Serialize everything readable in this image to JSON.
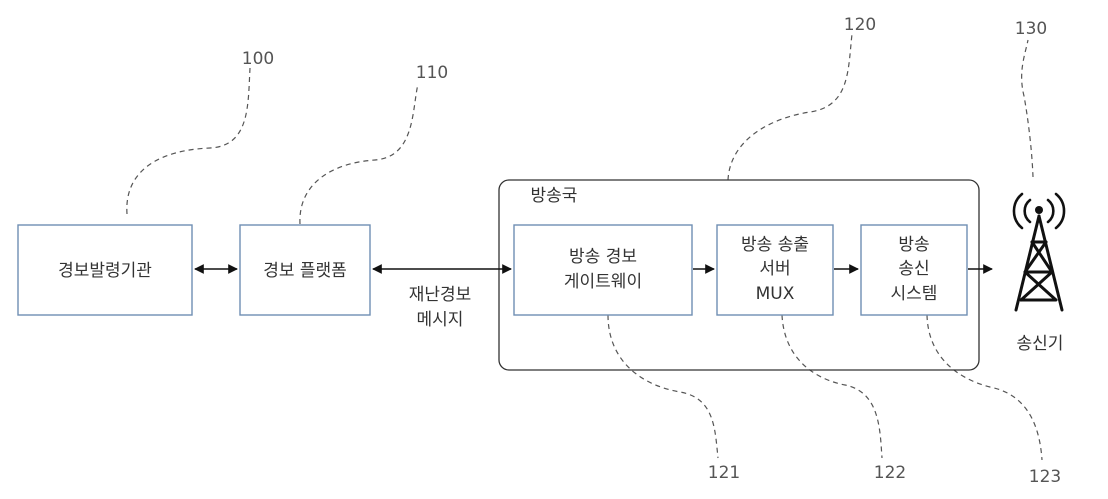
{
  "boxes": {
    "issuer": {
      "label": "경보발령기관"
    },
    "platform": {
      "label": "경보 플랫폼"
    },
    "gateway": {
      "line1": "방송 경보",
      "line2": "게이트웨이"
    },
    "server": {
      "line1": "방송 송출",
      "line2": "서버",
      "line3": "MUX"
    },
    "transmit_system": {
      "line1": "방송",
      "line2": "송신",
      "line3": "시스템"
    }
  },
  "station": {
    "label": "방송국"
  },
  "message": {
    "line1": "재난경보",
    "line2": "메시지"
  },
  "transmitter": {
    "label": "송신기"
  },
  "refs": {
    "issuer": "100",
    "platform": "110",
    "station": "120",
    "transmitter": "130",
    "gateway": "121",
    "server": "122",
    "transmit_system": "123"
  },
  "colors": {
    "box_border": "#6f8fb3",
    "station_border": "#333333",
    "leader": "#555555",
    "arrow": "#111111"
  },
  "icons": {
    "transmitter": "radio-tower-icon"
  }
}
